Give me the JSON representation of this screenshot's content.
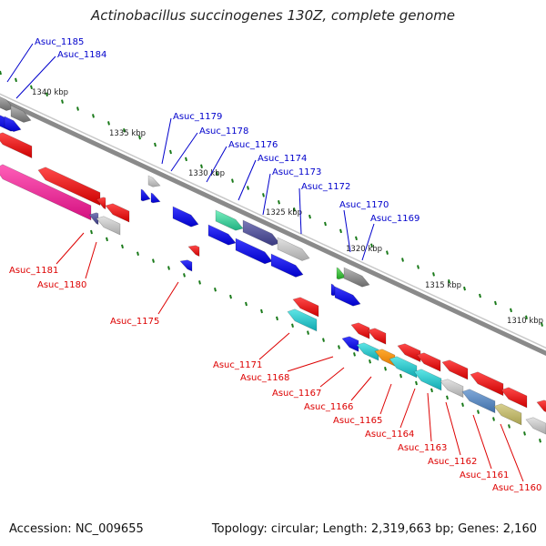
{
  "title": "Actinobacillus succinogenes 130Z, complete genome",
  "footer": {
    "accession": "Accession: NC_009655",
    "summary": "Topology: circular; Length: 2,319,663 bp; Genes: 2,160"
  },
  "colors": {
    "backbone": "#8a8a8a",
    "forward_label": "#0000cc",
    "reverse_label": "#dd0000",
    "tick": "#1a7a1a"
  },
  "ruler_labels": [
    "1340 kbp",
    "1335 kbp",
    "1330 kbp",
    "1325 kbp",
    "1320 kbp",
    "1315 kbp",
    "1310 kbp"
  ],
  "forward_genes": [
    "Asuc_1185",
    "Asuc_1184",
    "Asuc_1179",
    "Asuc_1178",
    "Asuc_1176",
    "Asuc_1174",
    "Asuc_1173",
    "Asuc_1172",
    "Asuc_1170",
    "Asuc_1169"
  ],
  "reverse_genes": [
    "Asuc_1181",
    "Asuc_1180",
    "Asuc_1175",
    "Asuc_1171",
    "Asuc_1168",
    "Asuc_1167",
    "Asuc_1166",
    "Asuc_1165",
    "Asuc_1164",
    "Asuc_1163",
    "Asuc_1162",
    "Asuc_1161",
    "Asuc_1160"
  ]
}
